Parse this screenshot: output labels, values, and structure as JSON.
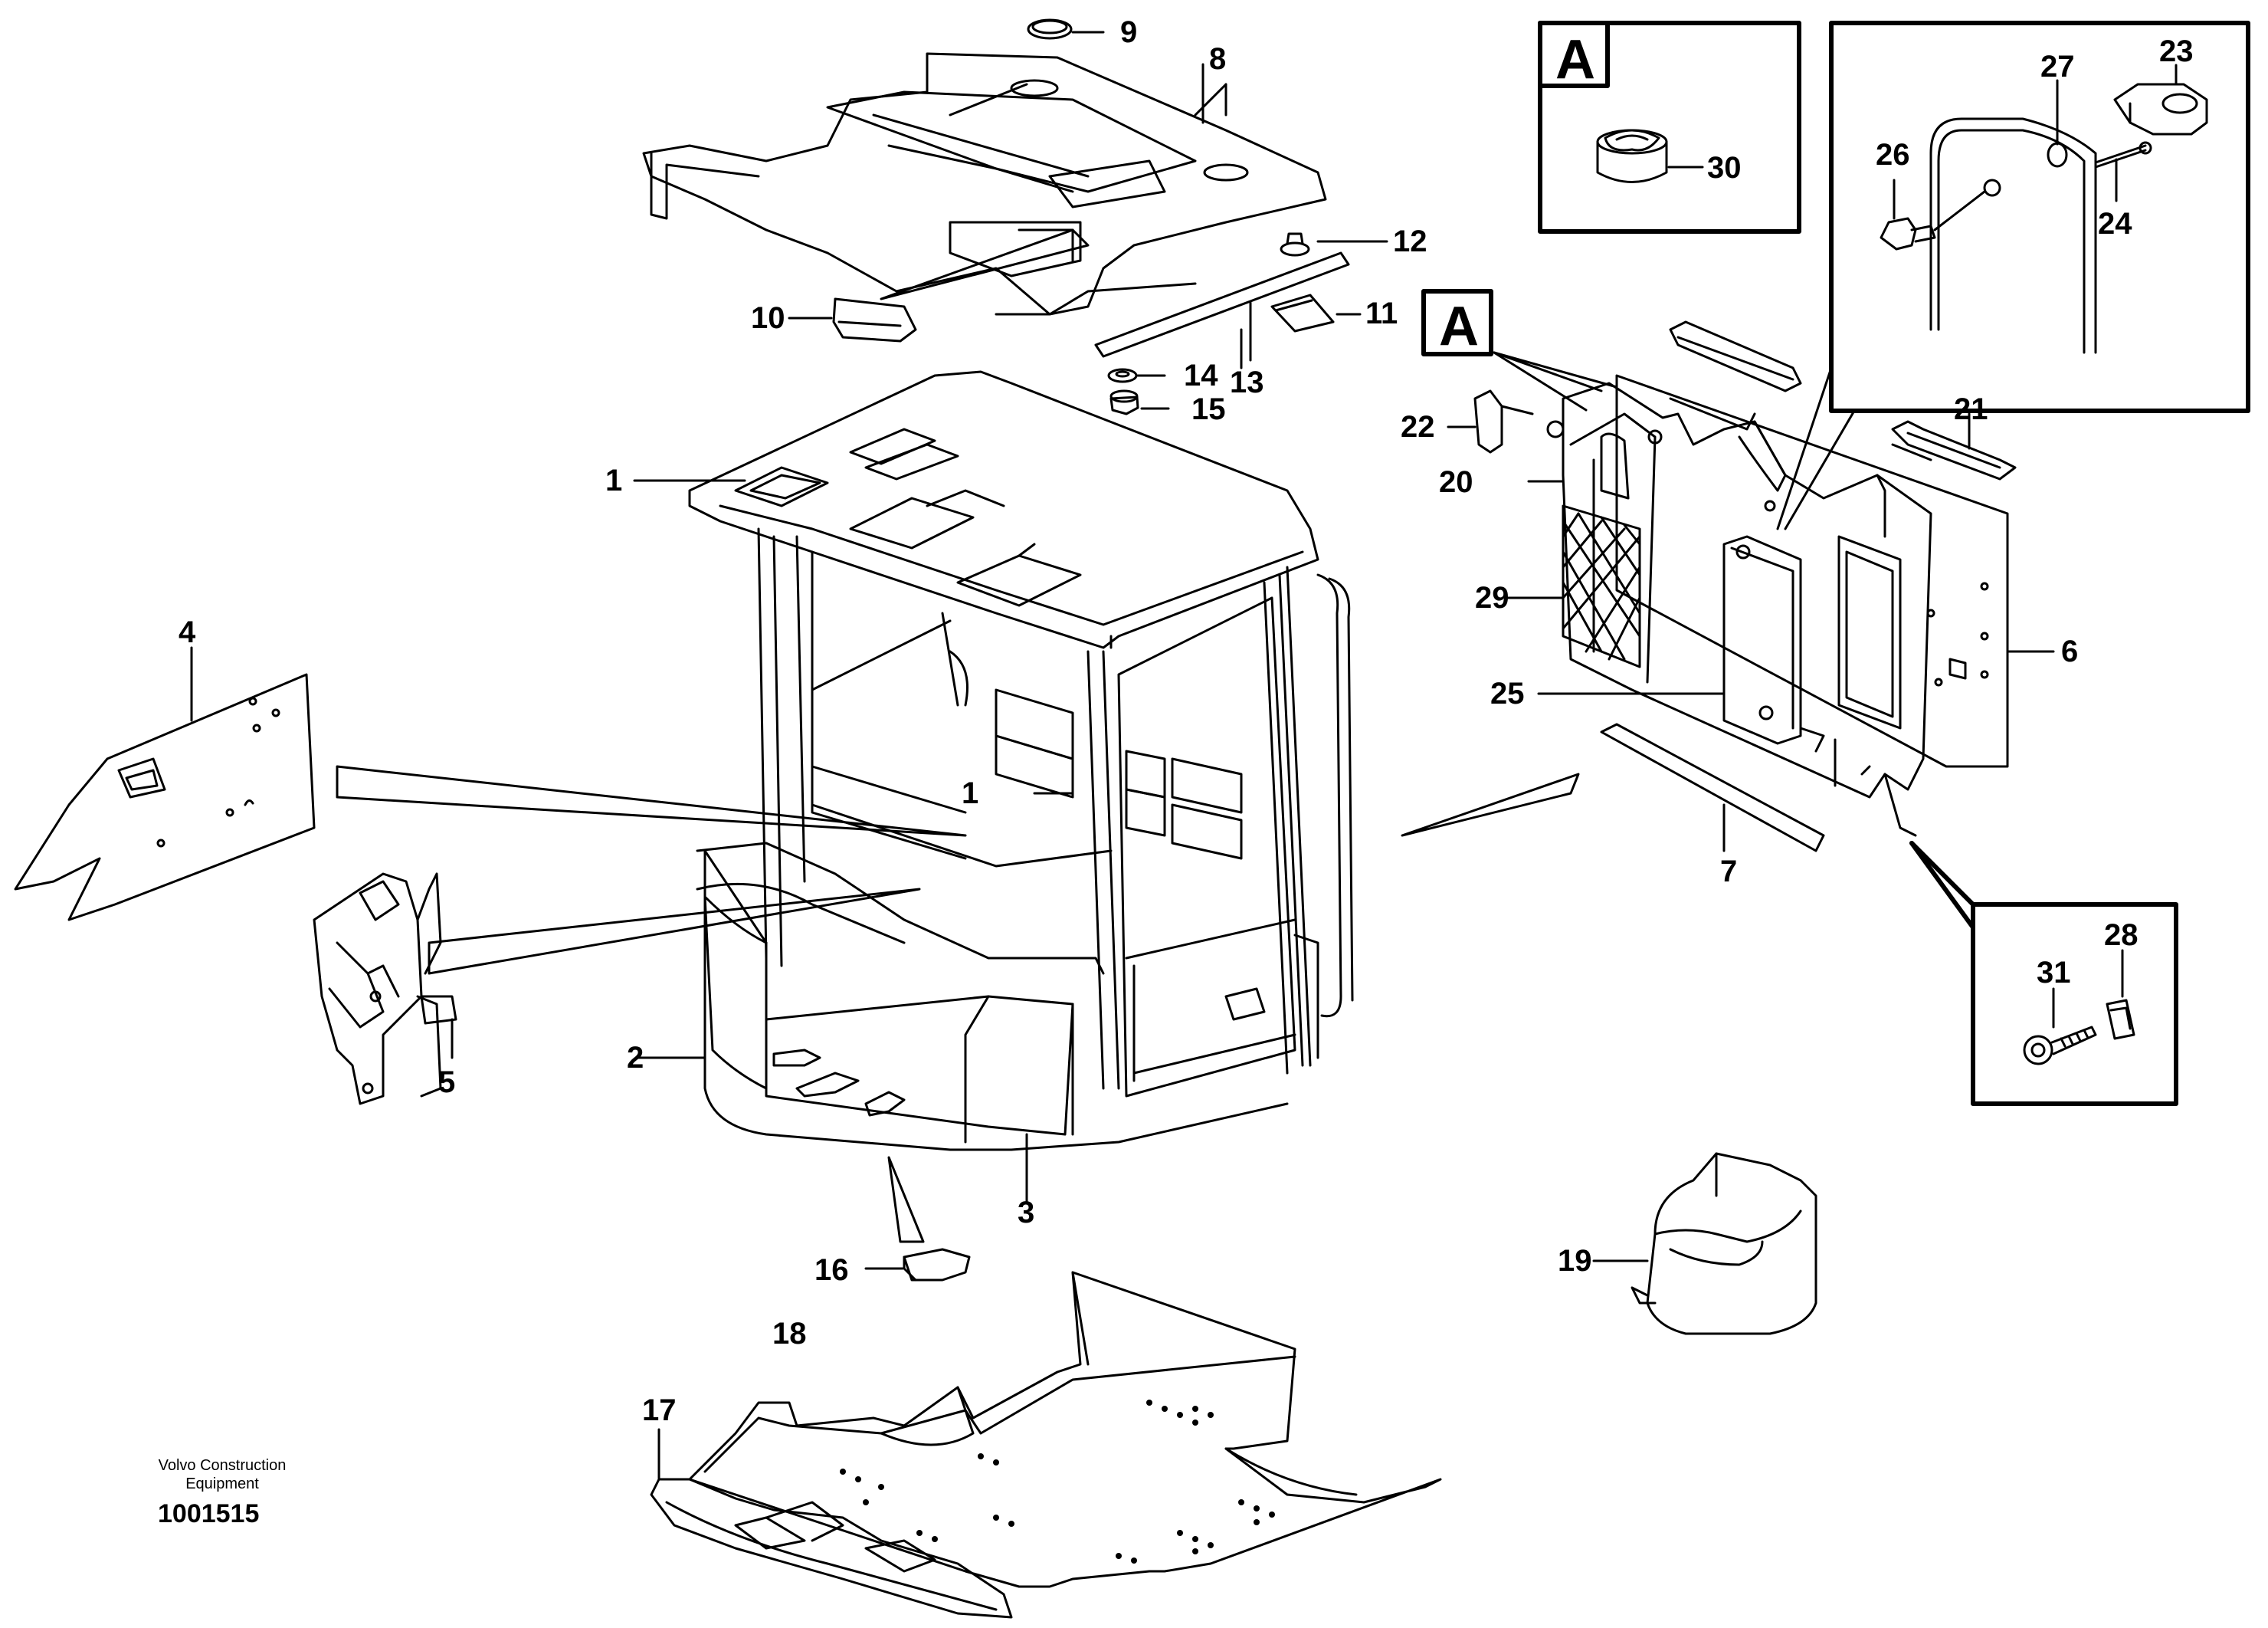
{
  "labels": {
    "l1a": "1",
    "l1b": "1",
    "l2": "2",
    "l3": "3",
    "l4": "4",
    "l5": "5",
    "l6": "6",
    "l7": "7",
    "l8": "8",
    "l9": "9",
    "l10": "10",
    "l11": "11",
    "l12": "12",
    "l13": "13",
    "l14": "14",
    "l15": "15",
    "l16": "16",
    "l17": "17",
    "l18": "18",
    "l19": "19",
    "l20": "20",
    "l21": "21",
    "l22": "22",
    "l23": "23",
    "l24": "24",
    "l25": "25",
    "l26": "26",
    "l27": "27",
    "l28": "28",
    "l29": "29",
    "l30": "30",
    "l31": "31"
  },
  "detail_letters": {
    "inset": "A",
    "callout": "A"
  },
  "credit": {
    "line1": "Volvo Construction",
    "line2": "Equipment",
    "doc_number": "1001515"
  }
}
